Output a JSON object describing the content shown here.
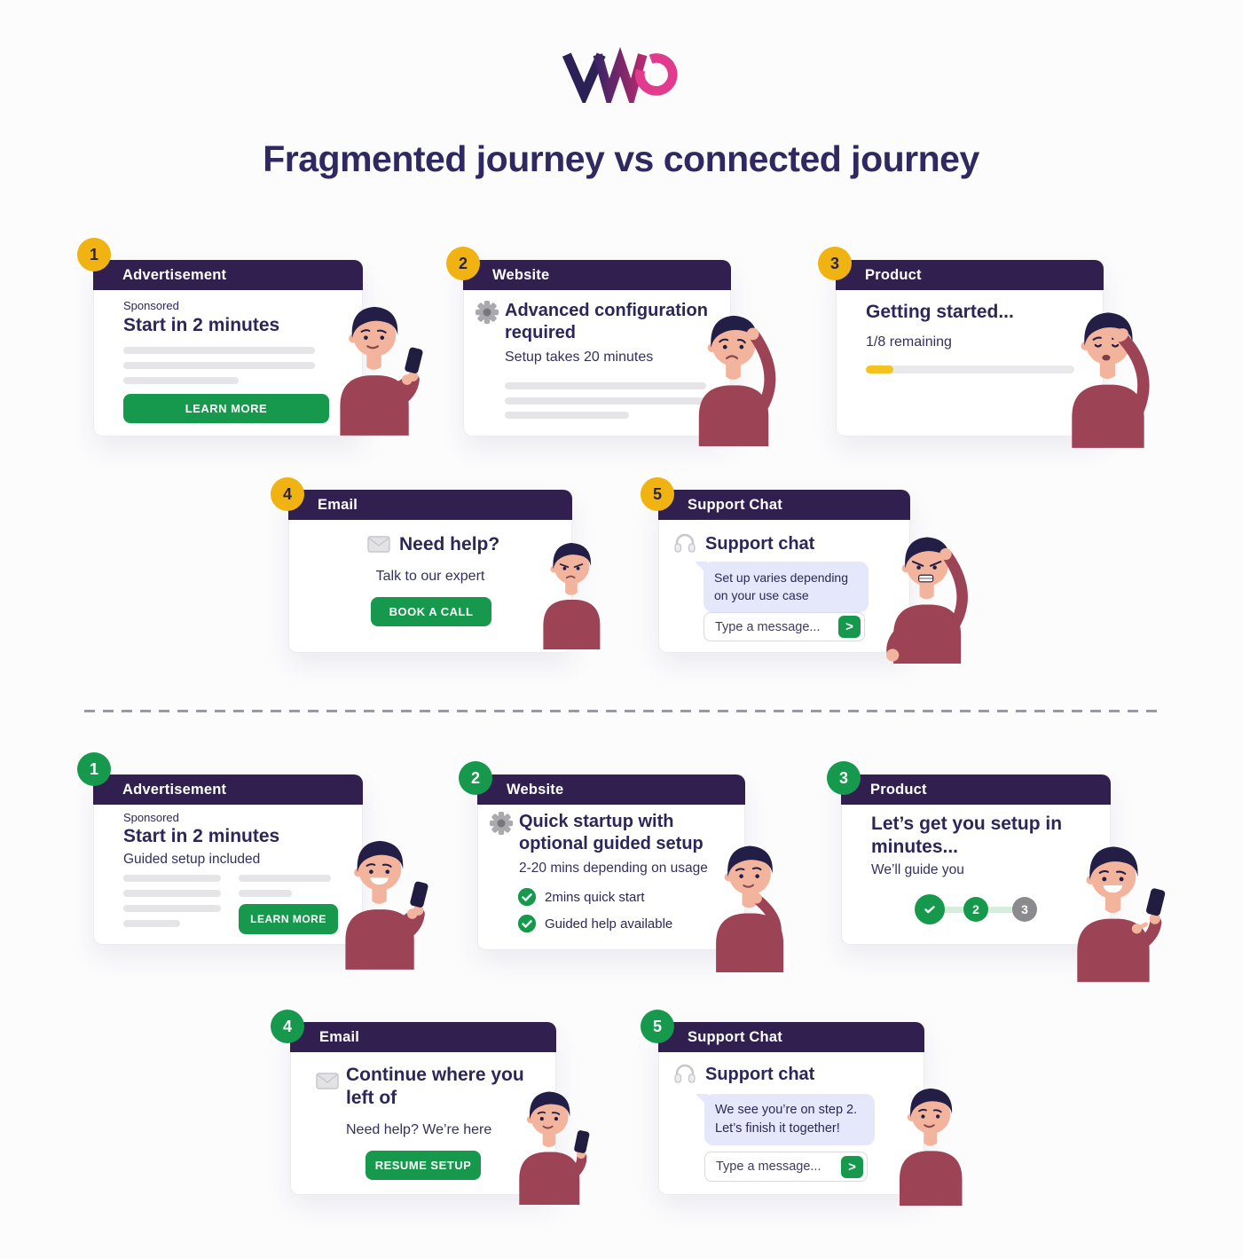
{
  "brand": {
    "name": "VWO"
  },
  "title": "Fragmented journey vs connected journey",
  "icons": {
    "send": ">"
  },
  "fragmented": {
    "cards": [
      {
        "step": "1",
        "channel": "Advertisement",
        "kicker": "Sponsored",
        "headline": "Start in 2 minutes",
        "cta": "LEARN MORE"
      },
      {
        "step": "2",
        "channel": "Website",
        "headline": "Advanced configuration required",
        "subtext": "Setup takes 20 minutes"
      },
      {
        "step": "3",
        "channel": "Product",
        "headline": "Getting started...",
        "progress_label": "1/8 remaining",
        "progress_percent": 13
      },
      {
        "step": "4",
        "channel": "Email",
        "headline": "Need help?",
        "subtext": "Talk to our expert",
        "cta": "BOOK A CALL"
      },
      {
        "step": "5",
        "channel": "Support Chat",
        "headline": "Support chat",
        "chat_message": "Set up varies depending\non your use case",
        "input_placeholder": "Type a message..."
      }
    ]
  },
  "connected": {
    "cards": [
      {
        "step": "1",
        "channel": "Advertisement",
        "kicker": "Sponsored",
        "headline": "Start in 2 minutes",
        "subtext": "Guided setup included",
        "cta": "LEARN MORE"
      },
      {
        "step": "2",
        "channel": "Website",
        "headline": "Quick startup with optional guided setup",
        "subtext": "2-20 mins depending on usage",
        "checklist": [
          "2mins quick start",
          "Guided help available"
        ]
      },
      {
        "step": "3",
        "channel": "Product",
        "headline": "Let’s get you setup in minutes...",
        "subtext": "We’ll guide you",
        "stepper": {
          "step2": "2",
          "step3": "3"
        }
      },
      {
        "step": "4",
        "channel": "Email",
        "headline": "Continue where you left of",
        "subtext": "Need help? We’re here",
        "cta": "RESUME SETUP"
      },
      {
        "step": "5",
        "channel": "Support Chat",
        "headline": "Support chat",
        "chat_message": "We see you’re on step 2.\nLet’s finish it together!",
        "input_placeholder": "Type a message..."
      }
    ]
  }
}
